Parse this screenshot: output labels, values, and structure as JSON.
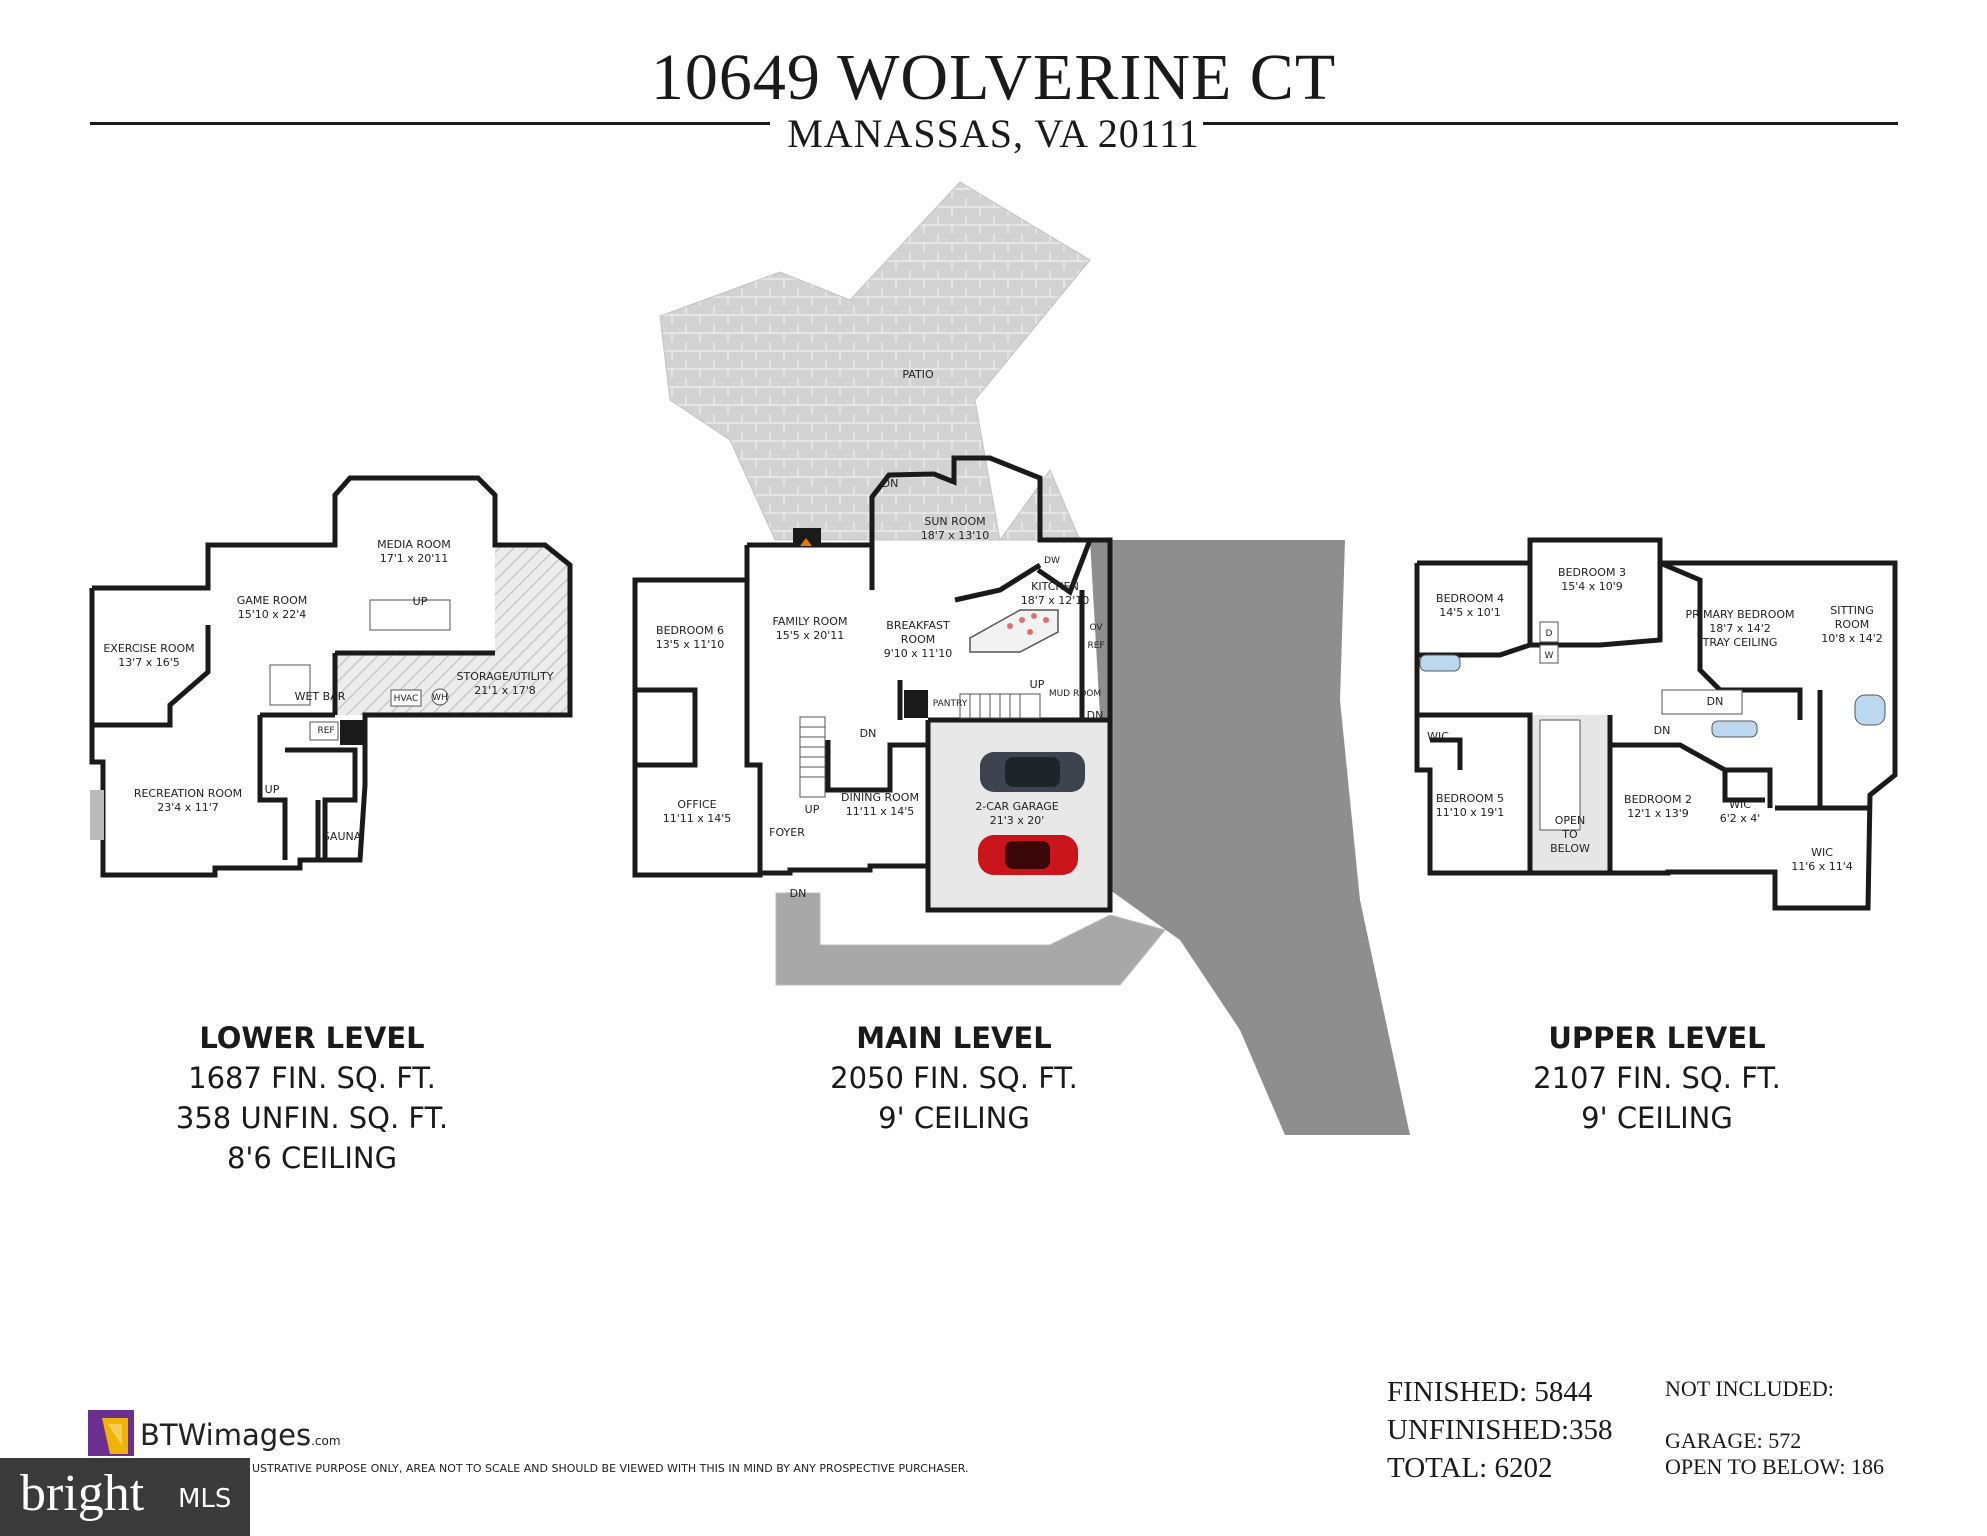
{
  "header": {
    "address": "10649 WOLVERINE CT",
    "city_line": "MANASSAS, VA 20111"
  },
  "floorplan": {
    "main": {
      "patio": "PATIO",
      "sun_room": {
        "name": "SUN ROOM",
        "dims": "18'7 x 13'10"
      },
      "family_room": {
        "name": "FAMILY ROOM",
        "dims": "15'5 x 20'11"
      },
      "breakfast": {
        "name1": "BREAKFAST",
        "name2": "ROOM",
        "dims": "9'10 x 11'10"
      },
      "kitchen": {
        "name": "KITCHEN",
        "dims": "18'7 x 12'10"
      },
      "bedroom6": {
        "name": "BEDROOM 6",
        "dims": "13'5 x 11'10"
      },
      "office": {
        "name": "OFFICE",
        "dims": "11'11 x 14'5"
      },
      "dining": {
        "name": "DINING ROOM",
        "dims": "11'11 x 14'5"
      },
      "foyer": "FOYER",
      "garage": {
        "name": "2-CAR GARAGE",
        "dims": "21'3 x 20'"
      },
      "pantry": "PANTRY",
      "mud_room": "MUD ROOM",
      "dw": "DW",
      "ov": "OV",
      "ref": "REF",
      "up": "UP",
      "dn": "DN"
    },
    "lower": {
      "media": {
        "name": "MEDIA ROOM",
        "dims": "17'1 x 20'11"
      },
      "game": {
        "name": "GAME ROOM",
        "dims": "15'10 x 22'4"
      },
      "exercise": {
        "name": "EXERCISE ROOM",
        "dims": "13'7 x 16'5"
      },
      "storage": {
        "name": "STORAGE/UTILITY",
        "dims": "21'1 x 17'8"
      },
      "wet_bar": "WET BAR",
      "ref": "REF",
      "recreation": {
        "name": "RECREATION ROOM",
        "dims": "23'4 x 11'7"
      },
      "sauna": "SAUNA",
      "hvac": "HVAC",
      "wh": "WH",
      "up": "UP"
    },
    "upper": {
      "bedroom4": {
        "name": "BEDROOM 4",
        "dims": "14'5 x 10'1"
      },
      "bedroom3": {
        "name": "BEDROOM 3",
        "dims": "15'4 x 10'9"
      },
      "primary": {
        "name": "PRIMARY BEDROOM",
        "dims": "18'7 x 14'2",
        "note": "TRAY CEILING"
      },
      "sitting": {
        "name1": "SITTING",
        "name2": "ROOM",
        "dims": "10'8 x 14'2"
      },
      "bedroom5": {
        "name": "BEDROOM 5",
        "dims": "11'10 x 19'1"
      },
      "open": {
        "l1": "OPEN",
        "l2": "TO",
        "l3": "BELOW"
      },
      "bedroom2": {
        "name": "BEDROOM 2",
        "dims": "12'1 x 13'9"
      },
      "wic_small": {
        "name": "WIC",
        "dims": "6'2 x 4'"
      },
      "wic_large": {
        "name": "WIC",
        "dims": "11'6 x 11'4"
      },
      "wic_left": "WIC",
      "d": "D",
      "w": "W",
      "dn": "DN"
    }
  },
  "levels": {
    "lower": {
      "title": "LOWER LEVEL",
      "l1": "1687 FIN. SQ. FT.",
      "l2": "358 UNFIN. SQ. FT.",
      "l3": "8'6 CEILING"
    },
    "main": {
      "title": "MAIN LEVEL",
      "l1": "2050 FIN. SQ. FT.",
      "l2": "9' CEILING"
    },
    "upper": {
      "title": "UPPER LEVEL",
      "l1": "2107 FIN. SQ. FT.",
      "l2": "9' CEILING"
    }
  },
  "totals": {
    "finished": "FINISHED: 5844",
    "unfinished": "UNFINISHED:358",
    "total": "TOTAL: 6202"
  },
  "not_included": {
    "heading": "NOT INCLUDED:",
    "garage": "GARAGE: 572",
    "open_below": "OPEN TO BELOW: 186"
  },
  "footer": {
    "logo": "BTWimages",
    "logo_suffix": ".com",
    "disclaimer": "USTRATIVE PURPOSE ONLY, AREA NOT TO SCALE AND SHOULD BE VIEWED WITH THIS IN MIND BY ANY PROSPECTIVE PURCHASER.",
    "mls_word": "bright",
    "mls_suffix": "MLS"
  },
  "colors": {
    "wall": "#1a1a1a",
    "patio": "#d2d2d2",
    "driveway": "#8e8e8e",
    "garage_floor": "#e8e8e8",
    "storage_hatch": "#e6e6e6",
    "logo_purple": "#6b2f8f",
    "logo_yellow": "#f0b400"
  }
}
